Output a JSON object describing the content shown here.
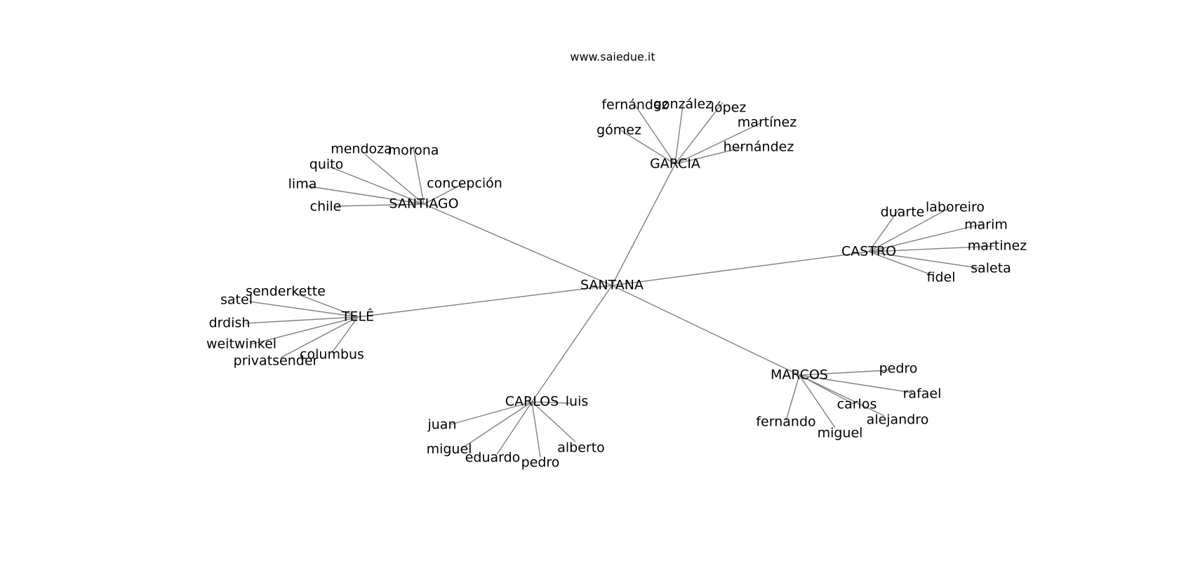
{
  "title": "www.saiedue.it",
  "root": "SANTANA",
  "groups": [
    {
      "name": "GARCIA",
      "leaves": [
        "fernández",
        "gonzález",
        "lópez",
        "martínez",
        "gómez",
        "hernández"
      ]
    },
    {
      "name": "SANTIAGO",
      "leaves": [
        "mendoza",
        "morona",
        "quito",
        "concepción",
        "lima",
        "chile"
      ]
    },
    {
      "name": "CASTRO",
      "leaves": [
        "duarte",
        "laboreiro",
        "marim",
        "martinez",
        "saleta",
        "fidel"
      ]
    },
    {
      "name": "TELÊ",
      "leaves": [
        "senderkette",
        "satel",
        "drdish",
        "weitwinkel",
        "columbus",
        "privatsender"
      ]
    },
    {
      "name": "MARCOS",
      "leaves": [
        "pedro",
        "rafael",
        "carlos",
        "alejandro",
        "fernando",
        "miguel"
      ]
    },
    {
      "name": "CARLOS",
      "leaves": [
        "luis",
        "juan",
        "miguel",
        "alberto",
        "eduardo",
        "pedro"
      ]
    }
  ],
  "colors": {
    "edge": "#808080",
    "text": "#000000",
    "background": "#ffffff"
  }
}
